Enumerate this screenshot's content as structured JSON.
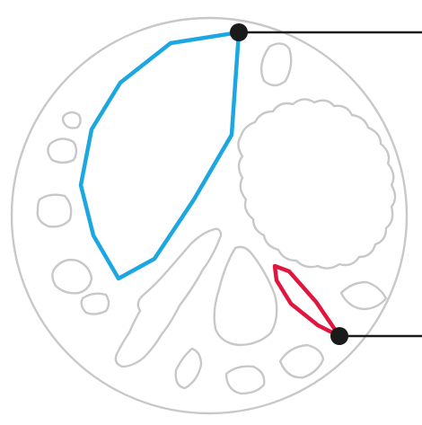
{
  "diagram": {
    "kind": "cross-section outline with two highlighted regions and pointer lines",
    "labels": [],
    "colors": {
      "background": "#ffffff",
      "outline": "#c8c8c8",
      "blue_region": "#1ca6e2",
      "red_region": "#e0163f",
      "pointer": "#1a1a1a"
    },
    "highlighted_regions": [
      {
        "name": "blue-region",
        "color_key": "blue_region"
      },
      {
        "name": "red-region",
        "color_key": "red_region"
      }
    ],
    "pointers": [
      {
        "name": "pointer-blue",
        "target": "blue-region"
      },
      {
        "name": "pointer-red",
        "target": "red-region"
      }
    ]
  }
}
